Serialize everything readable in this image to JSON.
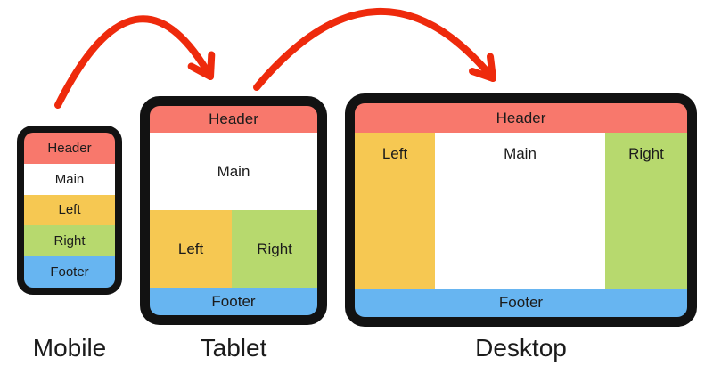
{
  "colors": {
    "background": "#FFFFFF",
    "frame": "#121212",
    "text": "#1B1B1B",
    "arrow": "#EE2A0C",
    "region_header": "#F8786C",
    "region_main": "#FFFFFF",
    "region_left": "#F6C852",
    "region_right": "#B7D96E",
    "region_footer": "#67B5F1"
  },
  "devices": [
    {
      "label": "Mobile",
      "regions": {
        "header": "Header",
        "main": "Main",
        "left": "Left",
        "right": "Right",
        "footer": "Footer"
      }
    },
    {
      "label": "Tablet",
      "regions": {
        "header": "Header",
        "main": "Main",
        "left": "Left",
        "right": "Right",
        "footer": "Footer"
      }
    },
    {
      "label": "Desktop",
      "regions": {
        "header": "Header",
        "main": "Main",
        "left": "Left",
        "right": "Right",
        "footer": "Footer"
      }
    }
  ]
}
